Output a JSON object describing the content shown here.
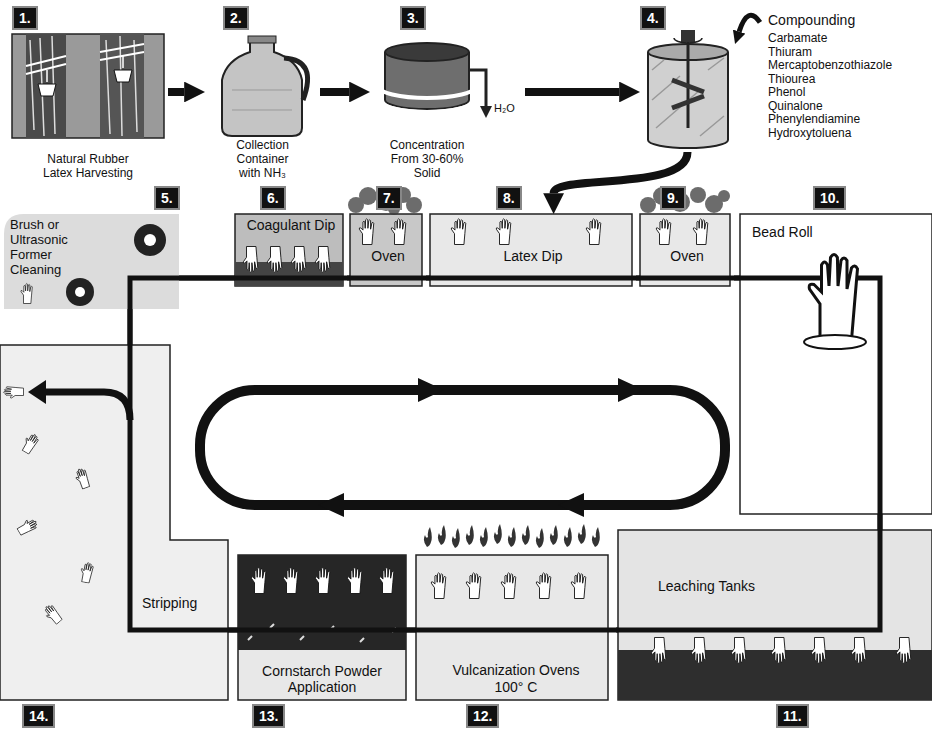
{
  "diagram": {
    "nodes": [
      {
        "text": [
          "1.",
          "Natural Rubber Latex Harvesting"
        ]
      },
      {
        "text": [
          "2.",
          "Collection Container with NH₃"
        ]
      },
      {
        "text": [
          "3.",
          "Concentration From 30-60% Solid"
        ]
      },
      {
        "text": [
          "4."
        ]
      },
      {
        "text": [
          "Compounding",
          "Carbamate Thiuram Mercaptobenzothiazole Thiourea Phenol Quinalone Phenylendiamine Hydroxytoluena"
        ]
      },
      {
        "text": [
          "5.",
          "Brush or Ultrasonic Former Cleaning"
        ]
      },
      {
        "text": [
          "6.",
          "Coagulant Dip"
        ]
      },
      {
        "text": [
          "7.",
          "Oven"
        ]
      },
      {
        "text": [
          "8.",
          "Latex Dip"
        ]
      },
      {
        "text": [
          "9.",
          "Oven"
        ]
      },
      {
        "text": [
          "10.",
          "Bead Roll"
        ]
      },
      {
        "text": [
          "11.",
          "Leaching Tanks"
        ]
      },
      {
        "text": [
          "12.",
          "Vulcanization Ovens",
          "100° C"
        ]
      },
      {
        "text": [
          "13.",
          "Cornstarch Powder Application"
        ]
      },
      {
        "text": [
          "14.",
          "Stripping"
        ]
      }
    ],
    "edges": [
      {
        "from": 0,
        "to": 1,
        "arrow": "to"
      },
      {
        "from": 1,
        "to": 2,
        "arrow": "to"
      },
      {
        "from": 2,
        "to": 3,
        "arrow": "to"
      },
      {
        "from": 4,
        "to": 3,
        "arrow": "to"
      },
      {
        "from": 3,
        "to": 8,
        "arrow": "to"
      },
      {
        "from": 5,
        "to": 6,
        "arrow": "none"
      },
      {
        "from": 6,
        "to": 7,
        "arrow": "none"
      },
      {
        "from": 7,
        "to": 8,
        "arrow": "none"
      },
      {
        "from": 8,
        "to": 9,
        "arrow": "none"
      },
      {
        "from": 9,
        "to": 10,
        "arrow": "none"
      },
      {
        "from": 10,
        "to": 11,
        "arrow": "none"
      },
      {
        "from": 11,
        "to": 12,
        "arrow": "none"
      },
      {
        "from": 12,
        "to": 13,
        "arrow": "none"
      },
      {
        "from": 13,
        "to": 14,
        "arrow": "none"
      },
      {
        "from": 14,
        "to": 5,
        "arrow": "none"
      }
    ],
    "labels": [
      "H₂O"
    ]
  }
}
